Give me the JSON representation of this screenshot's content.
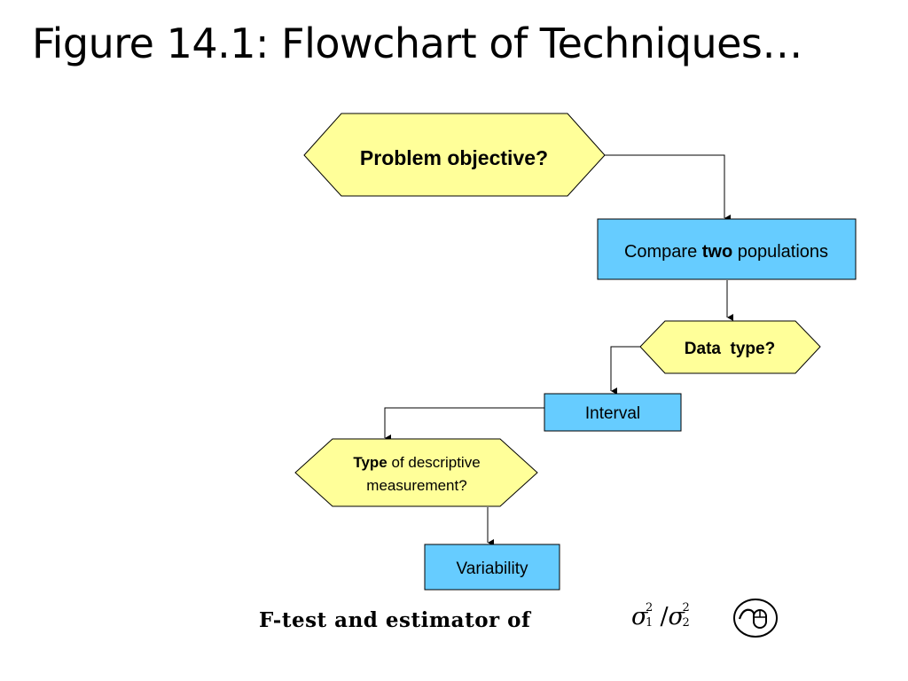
{
  "title": "Figure 14.1: Flowchart of Techniques…",
  "nodes": {
    "problem_objective": "Problem objective?",
    "compare_pre": "Compare ",
    "compare_bold": "two",
    "compare_post": " populations",
    "data_type": "Data  type?",
    "interval": "Interval",
    "type_bold": "Type",
    "type_rest": " of descriptive",
    "type_line2": "measurement?",
    "variability": "Variability"
  },
  "result": {
    "text": "F-test and estimator of",
    "sigma": "σ",
    "sup1": "2",
    "sub1": "1",
    "slash": "/",
    "sup2": "2",
    "sub2": "2"
  },
  "colors": {
    "diamond_fill": "#ffff99",
    "box_fill": "#66ccff",
    "stroke": "#000000"
  },
  "icons": {
    "hyperlink": "mouse-hyperlink-icon"
  }
}
